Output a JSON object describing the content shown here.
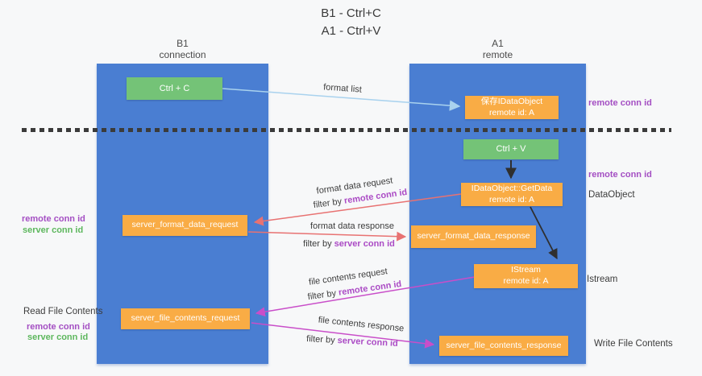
{
  "title": {
    "line1": "B1 - Ctrl+C",
    "line2": "A1 - Ctrl+V"
  },
  "columns": {
    "left": {
      "name": "B1",
      "subtitle": "connection"
    },
    "right": {
      "name": "A1",
      "subtitle": "remote"
    }
  },
  "nodes": {
    "ctrl_c": {
      "label": "Ctrl + C"
    },
    "ctrl_v": {
      "label": "Ctrl + V"
    },
    "save_dataobject": {
      "line1": "保存IDataObject",
      "line2": "remote id: A"
    },
    "getdata": {
      "line1": "IDataObject::GetData",
      "line2": "remote id: A"
    },
    "istream": {
      "line1": "IStream",
      "line2": "remote id: A"
    },
    "format_request": {
      "label": "server_format_data_request"
    },
    "format_response": {
      "label": "server_format_data_response"
    },
    "file_request": {
      "label": "server_file_contents_request"
    },
    "file_response": {
      "label": "server_file_contents_response"
    }
  },
  "arrows": {
    "format_list": {
      "label": "format list"
    },
    "format_data_request": {
      "label": "format data request",
      "filter_prefix": "filter by ",
      "filter_key": "remote conn id"
    },
    "format_data_response": {
      "label": "format data response",
      "filter_prefix": "filter by ",
      "filter_key": "server conn id"
    },
    "file_contents_request": {
      "label": "file contents request",
      "filter_prefix": "filter by ",
      "filter_key": "remote conn id"
    },
    "file_contents_response": {
      "label": "file contents response",
      "filter_prefix": "filter by ",
      "filter_key": "server conn id"
    }
  },
  "side_labels": {
    "right_top_remote": "remote conn id",
    "right_mid_remote": "remote conn id",
    "dataobject": "DataObject",
    "istream": "Istream",
    "write_file": "Write File Contents",
    "read_file": "Read File Contents",
    "left_remote": "remote conn id",
    "left_server": "server conn id",
    "bottom_remote": "remote conn id",
    "bottom_server": "server conn id"
  },
  "colors": {
    "lane_blue": "#4a7ed2",
    "green_box": "#74c377",
    "orange_box": "#f9ac45",
    "purple_text": "#a44fc3",
    "green_text": "#5db75d",
    "filter_key_purple": "#ab4bc5",
    "red_arrow": "#e87272",
    "magenta_arrow": "#c94ec9",
    "light_blue_arrow": "#a9d2ee",
    "black_arrow": "#2f2f2f",
    "background": "#f7f8f9"
  }
}
